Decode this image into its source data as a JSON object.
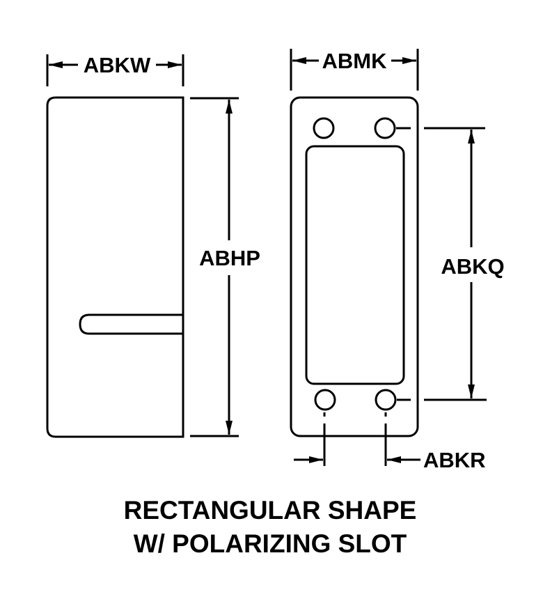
{
  "dimensions": {
    "width_left": "ABKW",
    "height_left": "ABHP",
    "width_right": "ABMK",
    "hole_spacing_vertical": "ABKQ",
    "hole_offset": "ABKR"
  },
  "caption": {
    "line1": "RECTANGULAR SHAPE",
    "line2": "W/ POLARIZING SLOT"
  }
}
